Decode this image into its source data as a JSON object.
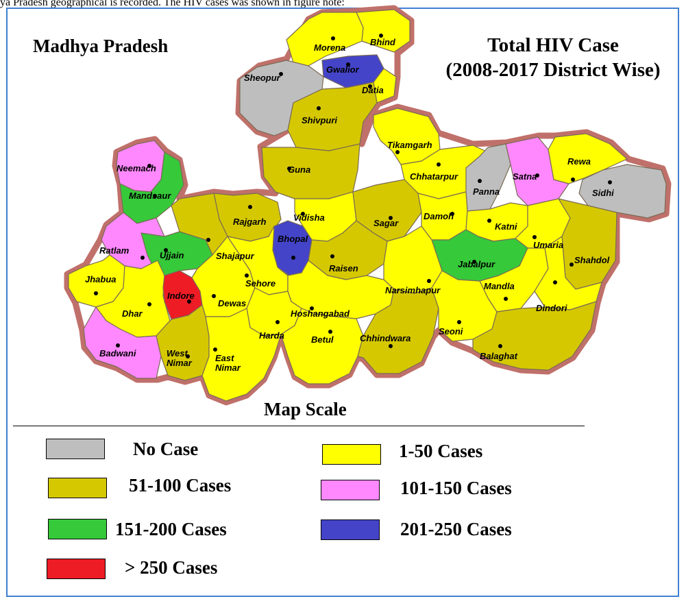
{
  "caption": "ya Pradesh geographical is recorded. The HIV cases was shown in figure note:",
  "state_title": "Madhya Pradesh",
  "map_title": {
    "line1": "Total HIV Case",
    "line2": "(2008-2017 District Wise)"
  },
  "colors": {
    "no_case": "#bebebe",
    "c1_50": "#ffff00",
    "c51_100": "#d5c800",
    "c101_150": "#ff88ff",
    "c151_200": "#36c93a",
    "c201_250": "#4444c8",
    "c250_plus": "#ee1c25",
    "border": "#c0706a",
    "frame": "#3f7fd0"
  },
  "scale": {
    "title": "Map Scale",
    "items": [
      {
        "label": "No Case",
        "class": "no_case"
      },
      {
        "label": "1-50 Cases",
        "class": "c1_50"
      },
      {
        "label": "51-100 Cases",
        "class": "c51_100"
      },
      {
        "label": "101-150 Cases",
        "class": "c101_150"
      },
      {
        "label": "151-200 Cases",
        "class": "c151_200"
      },
      {
        "label": "201-250 Cases",
        "class": "c201_250"
      },
      {
        "label": "> 250 Cases",
        "class": "c250_plus"
      }
    ]
  },
  "districts": [
    {
      "name": "Morena",
      "class": "c1_50"
    },
    {
      "name": "Bhind",
      "class": "c1_50"
    },
    {
      "name": "Gwalior",
      "class": "c201_250"
    },
    {
      "name": "Sheopur",
      "class": "no_case"
    },
    {
      "name": "Datia",
      "class": "c1_50"
    },
    {
      "name": "Shivpuri",
      "class": "c51_100"
    },
    {
      "name": "Guna",
      "class": "c51_100"
    },
    {
      "name": "Tikamgarh",
      "class": "c1_50"
    },
    {
      "name": "Chhatarpur",
      "class": "c1_50"
    },
    {
      "name": "Panna",
      "class": "no_case"
    },
    {
      "name": "Satna",
      "class": "c101_150"
    },
    {
      "name": "Rewa",
      "class": "c1_50"
    },
    {
      "name": "Sidhi",
      "class": "no_case"
    },
    {
      "name": "Neemach",
      "class": "c101_150"
    },
    {
      "name": "Mandsaur",
      "class": "c151_200"
    },
    {
      "name": "Rajgarh",
      "class": "c51_100"
    },
    {
      "name": "Vidisha",
      "class": "c1_50"
    },
    {
      "name": "Sagar",
      "class": "c51_100"
    },
    {
      "name": "Damoh",
      "class": "c1_50"
    },
    {
      "name": "Katni",
      "class": "c1_50"
    },
    {
      "name": "Umaria",
      "class": "c1_50"
    },
    {
      "name": "Shahdol",
      "class": "c51_100"
    },
    {
      "name": "Ratlam",
      "class": "c101_150"
    },
    {
      "name": "Ujjain",
      "class": "c151_200"
    },
    {
      "name": "Shajapur",
      "class": "c51_100"
    },
    {
      "name": "Bhopal",
      "class": "c201_250"
    },
    {
      "name": "Raisen",
      "class": "c51_100"
    },
    {
      "name": "Jabalpur",
      "class": "c151_200"
    },
    {
      "name": "Jhabua",
      "class": "c1_50"
    },
    {
      "name": "Dhar",
      "class": "c1_50"
    },
    {
      "name": "Indore",
      "class": "c250_plus"
    },
    {
      "name": "Dewas",
      "class": "c1_50"
    },
    {
      "name": "Sehore",
      "class": "c1_50"
    },
    {
      "name": "Narsimhapur",
      "class": "c1_50"
    },
    {
      "name": "Mandla",
      "class": "c1_50"
    },
    {
      "name": "Dindori",
      "class": "c1_50"
    },
    {
      "name": "Hoshangabad",
      "class": "c1_50"
    },
    {
      "name": "Harda",
      "class": "c1_50"
    },
    {
      "name": "Badwani",
      "class": "c101_150"
    },
    {
      "name": "West Nimar",
      "class": "c51_100"
    },
    {
      "name": "East Nimar",
      "class": "c1_50"
    },
    {
      "name": "Betul",
      "class": "c1_50"
    },
    {
      "name": "Chhindwara",
      "class": "c51_100"
    },
    {
      "name": "Seoni",
      "class": "c1_50"
    },
    {
      "name": "Balaghat",
      "class": "c51_100"
    }
  ]
}
